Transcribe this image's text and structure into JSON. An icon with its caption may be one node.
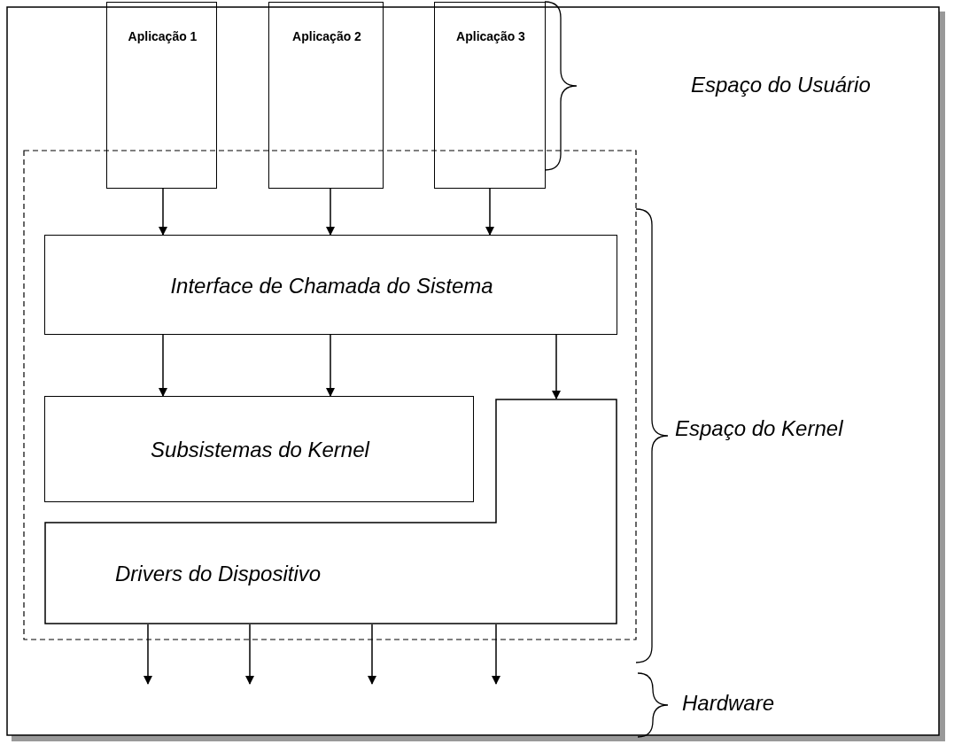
{
  "diagram": {
    "nodes": [
      {
        "text": [
          "Aplicação 1"
        ]
      },
      {
        "text": [
          "Aplicação 2"
        ]
      },
      {
        "text": [
          "Aplicação 3"
        ]
      },
      {
        "text": [
          "Interface de Chamada do Sistema"
        ]
      },
      {
        "text": [
          "Subsistemas do Kernel"
        ]
      },
      {
        "text": [
          "Drivers do Dispositivo"
        ]
      }
    ],
    "edges": [
      {
        "from": 0,
        "to": 3,
        "arrow": "to"
      },
      {
        "from": 1,
        "to": 3,
        "arrow": "to"
      },
      {
        "from": 2,
        "to": 3,
        "arrow": "to"
      },
      {
        "from": 3,
        "to": 4,
        "arrow": "to"
      },
      {
        "from": 3,
        "to": 4,
        "arrow": "to"
      },
      {
        "from": 3,
        "to": 5,
        "arrow": "to"
      },
      {
        "from": 5,
        "to": null,
        "arrow": "to"
      },
      {
        "from": 5,
        "to": null,
        "arrow": "to"
      },
      {
        "from": 5,
        "to": null,
        "arrow": "to"
      },
      {
        "from": 5,
        "to": null,
        "arrow": "to"
      }
    ],
    "labels": [
      "Espaço do Usuário",
      "Espaço do Kernel",
      "Hardware"
    ]
  }
}
